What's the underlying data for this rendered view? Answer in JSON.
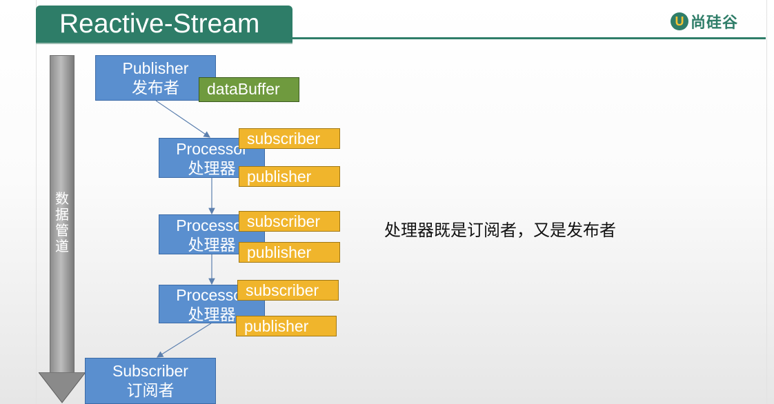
{
  "slide": {
    "title": "Reactive-Stream",
    "logo_mark": "U",
    "logo_text": "尚硅谷",
    "pipe_label": "数据管道",
    "note": "处理器既是订阅者，又是发布者"
  },
  "publisher": {
    "line1": "Publisher",
    "line2": "发布者",
    "buffer": "dataBuffer"
  },
  "processors": [
    {
      "line1": "Processor",
      "line2": "处理器",
      "sub_tag": "subscriber",
      "pub_tag": "publisher"
    },
    {
      "line1": "Processor",
      "line2": "处理器",
      "sub_tag": "subscriber",
      "pub_tag": "publisher"
    },
    {
      "line1": "Processor",
      "line2": "处理器",
      "sub_tag": "subscriber",
      "pub_tag": "publisher"
    }
  ],
  "subscriber": {
    "line1": "Subscriber",
    "line2": "订阅者"
  },
  "colors": {
    "theme_green": "#2e7d68",
    "node_blue": "#5a8fcf",
    "tag_orange": "#f0b52c",
    "buffer_green": "#6f9a3e",
    "pipe_gray": "#9e9e9e"
  },
  "icons": {
    "logo": "shangguigu-logo-icon",
    "pipe_arrow": "arrow-down-icon"
  }
}
